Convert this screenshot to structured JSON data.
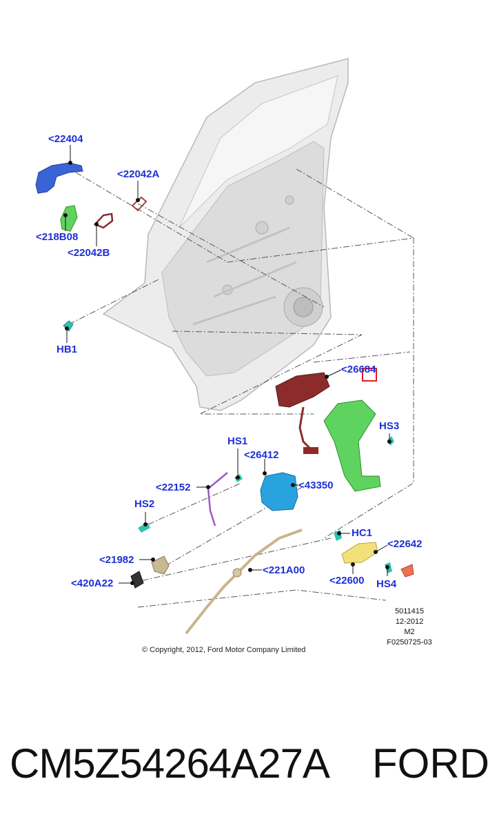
{
  "callouts": [
    {
      "id": "22404",
      "text": "<22404"
    },
    {
      "id": "22042A",
      "text": "<22042A"
    },
    {
      "id": "218B08",
      "text": "<218B08"
    },
    {
      "id": "22042B",
      "text": "<22042B"
    },
    {
      "id": "HB1",
      "text": "HB1"
    },
    {
      "id": "26684",
      "text": "<26684"
    },
    {
      "id": "HS3",
      "text": "HS3"
    },
    {
      "id": "HS1",
      "text": "HS1"
    },
    {
      "id": "26412",
      "text": "<26412"
    },
    {
      "id": "22152",
      "text": "<22152"
    },
    {
      "id": "43350",
      "text": "<43350"
    },
    {
      "id": "HS2",
      "text": "HS2"
    },
    {
      "id": "HC1",
      "text": "HC1"
    },
    {
      "id": "22642",
      "text": "<22642"
    },
    {
      "id": "21982",
      "text": "<21982"
    },
    {
      "id": "221A00",
      "text": "<221A00"
    },
    {
      "id": "22600",
      "text": "<22600"
    },
    {
      "id": "HS4",
      "text": "HS4"
    },
    {
      "id": "420A22",
      "text": "<420A22"
    }
  ],
  "meta": {
    "line1": "5011415",
    "line2": "12-2012",
    "line3": "M2",
    "line4": "F0250725-03"
  },
  "copyright": "© Copyright, 2012, Ford Motor Company Limited",
  "footer": {
    "part_number": "CM5Z54264A27A",
    "brand": "FORD"
  },
  "colors": {
    "callout_text": "#1e2fd6",
    "door_panel": "#e8e8e8",
    "handle_blue": "#3a63d6",
    "bracket_green": "#5fd35f",
    "latch_cyan": "#29a3e0",
    "harness_red": "#8b2b2b",
    "cover_yellow": "#f2e07a",
    "cap_orange": "#f07050",
    "cable_tan": "#c9b48c",
    "highlight_box": "#e01b24"
  }
}
